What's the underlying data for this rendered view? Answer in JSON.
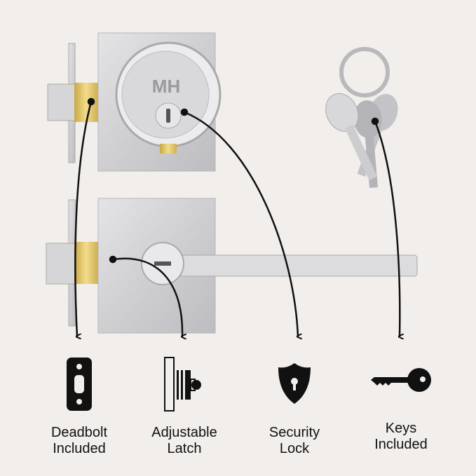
{
  "logo": {
    "text": "MH"
  },
  "colors": {
    "background": "#f1eeeb",
    "chrome": "#d3d3d5",
    "brass": "#e6c96a",
    "ink": "#111111"
  },
  "features": [
    {
      "icon": "deadbolt-plate-icon",
      "line1": "Deadbolt",
      "line2": "Included"
    },
    {
      "icon": "adjustable-latch-icon",
      "line1": "Adjustable",
      "line2": "Latch"
    },
    {
      "icon": "shield-keyhole-icon",
      "line1": "Security",
      "line2": "Lock"
    },
    {
      "icon": "key-icon",
      "line1": "Keys",
      "line2": "Included"
    }
  ]
}
